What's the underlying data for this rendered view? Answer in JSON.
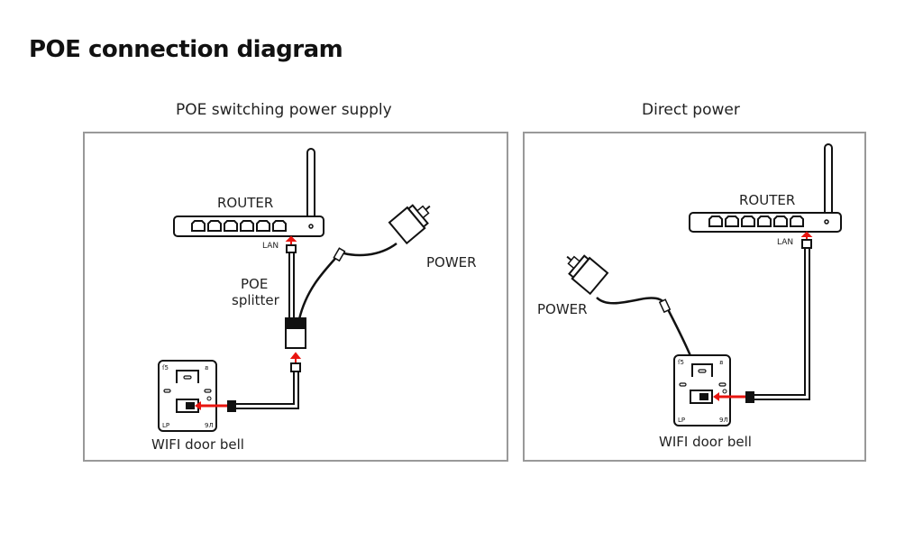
{
  "title": "POE connection diagram",
  "colors": {
    "arrow": "#e8140f",
    "line": "#111111",
    "frame": "#999999"
  },
  "panels": [
    {
      "title": "POE switching power supply",
      "labels": {
        "router": "ROUTER",
        "lan": "LAN",
        "poe_splitter_line1": "POE",
        "poe_splitter_line2": "splitter",
        "power": "POWER",
        "doorbell": "WIFI door bell"
      }
    },
    {
      "title": "Direct power",
      "labels": {
        "router": "ROUTER",
        "lan": "LAN",
        "power": "POWER",
        "doorbell": "WIFI door bell"
      }
    }
  ]
}
